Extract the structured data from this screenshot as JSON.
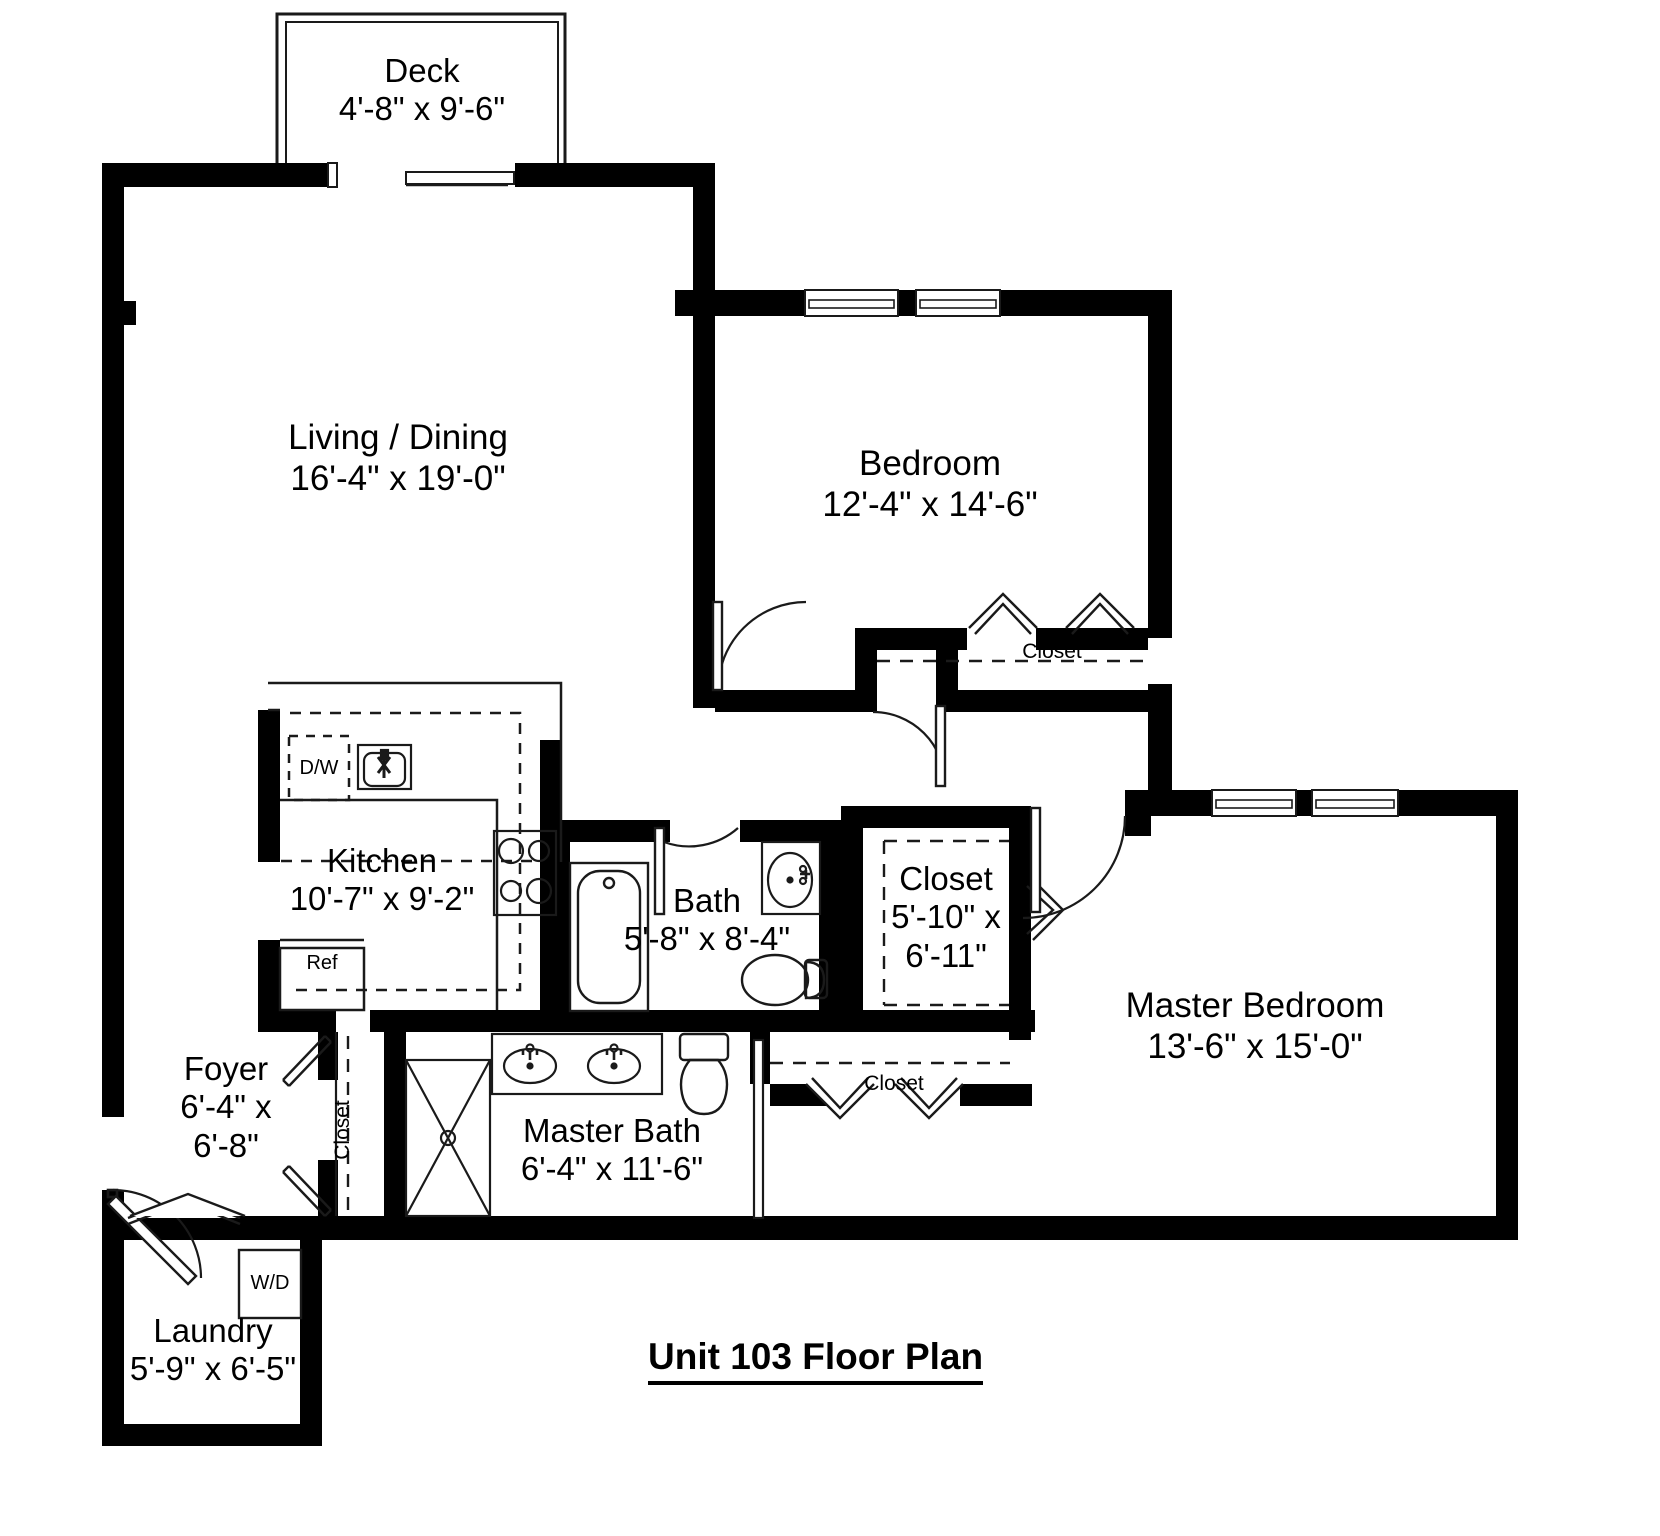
{
  "title": {
    "text": "Unit 103 Floor Plan"
  },
  "colors": {
    "wall": "#000000",
    "background": "#ffffff",
    "line": "#1a1a1a",
    "fixture_stroke": "#222222"
  },
  "rooms": [
    {
      "key": "deck",
      "name": "Deck",
      "dimensions": "4'-8\" x 9'-6\""
    },
    {
      "key": "living_dining",
      "name": "Living / Dining",
      "dimensions": "16'-4\" x 19'-0\""
    },
    {
      "key": "bedroom",
      "name": "Bedroom",
      "dimensions": "12'-4\" x 14'-6\""
    },
    {
      "key": "kitchen",
      "name": "Kitchen",
      "dimensions": "10'-7\" x 9'-2\""
    },
    {
      "key": "bath",
      "name": "Bath",
      "dimensions": "5'-8\" x 8'-4\""
    },
    {
      "key": "master_closet",
      "name": "Closet",
      "dimensions_line1": "5'-10\" x",
      "dimensions_line2": "6'-11\""
    },
    {
      "key": "master_bedroom",
      "name": "Master Bedroom",
      "dimensions": "13'-6\" x 15'-0\""
    },
    {
      "key": "master_bath",
      "name": "Master Bath",
      "dimensions": "6'-4\" x 11'-6\""
    },
    {
      "key": "foyer",
      "name": "Foyer",
      "dimensions_line1": "6'-4\" x",
      "dimensions_line2": "6'-8\""
    },
    {
      "key": "laundry",
      "name": "Laundry",
      "dimensions": "5'-9\" x 6'-5\""
    }
  ],
  "closets": [
    {
      "key": "bedroom_closet",
      "label": "Closet"
    },
    {
      "key": "master_bedroom_closet",
      "label": "Closet"
    },
    {
      "key": "foyer_closet",
      "label": "Closet"
    }
  ],
  "appliances": [
    {
      "key": "dishwasher",
      "label": "D/W"
    },
    {
      "key": "refrigerator",
      "label": "Ref"
    },
    {
      "key": "washer_dryer",
      "label": "W/D"
    }
  ],
  "fixtures": [
    {
      "key": "kitchen-sink",
      "name": "kitchen-sink"
    },
    {
      "key": "cooktop",
      "name": "range-cooktop"
    },
    {
      "key": "bathtub",
      "name": "bathtub"
    },
    {
      "key": "bath-toilet",
      "name": "toilet"
    },
    {
      "key": "bath-sink",
      "name": "sink"
    },
    {
      "key": "master-toilet",
      "name": "toilet"
    },
    {
      "key": "master-sink-left",
      "name": "sink"
    },
    {
      "key": "master-sink-right",
      "name": "sink"
    },
    {
      "key": "shower",
      "name": "shower-stall"
    }
  ],
  "doors": [
    {
      "key": "entry-door",
      "type": "swing"
    },
    {
      "key": "foyer-closet-door-top",
      "type": "bifold"
    },
    {
      "key": "foyer-closet-door-bottom",
      "type": "bifold"
    },
    {
      "key": "laundry-door",
      "type": "bifold"
    },
    {
      "key": "bedroom-door",
      "type": "swing"
    },
    {
      "key": "bedroom-closet-door-left",
      "type": "bifold"
    },
    {
      "key": "bedroom-closet-door-right",
      "type": "bifold"
    },
    {
      "key": "hall-door",
      "type": "swing"
    },
    {
      "key": "bath-door",
      "type": "swing"
    },
    {
      "key": "master-bedroom-door",
      "type": "swing"
    },
    {
      "key": "master-closet-door",
      "type": "bifold"
    },
    {
      "key": "master-bedroom-closet-door-left",
      "type": "bifold"
    },
    {
      "key": "master-bedroom-closet-door-right",
      "type": "bifold"
    }
  ],
  "windows": [
    {
      "key": "bedroom-window-left"
    },
    {
      "key": "bedroom-window-right"
    },
    {
      "key": "master-window-left"
    },
    {
      "key": "master-window-right"
    },
    {
      "key": "deck-slider"
    }
  ]
}
